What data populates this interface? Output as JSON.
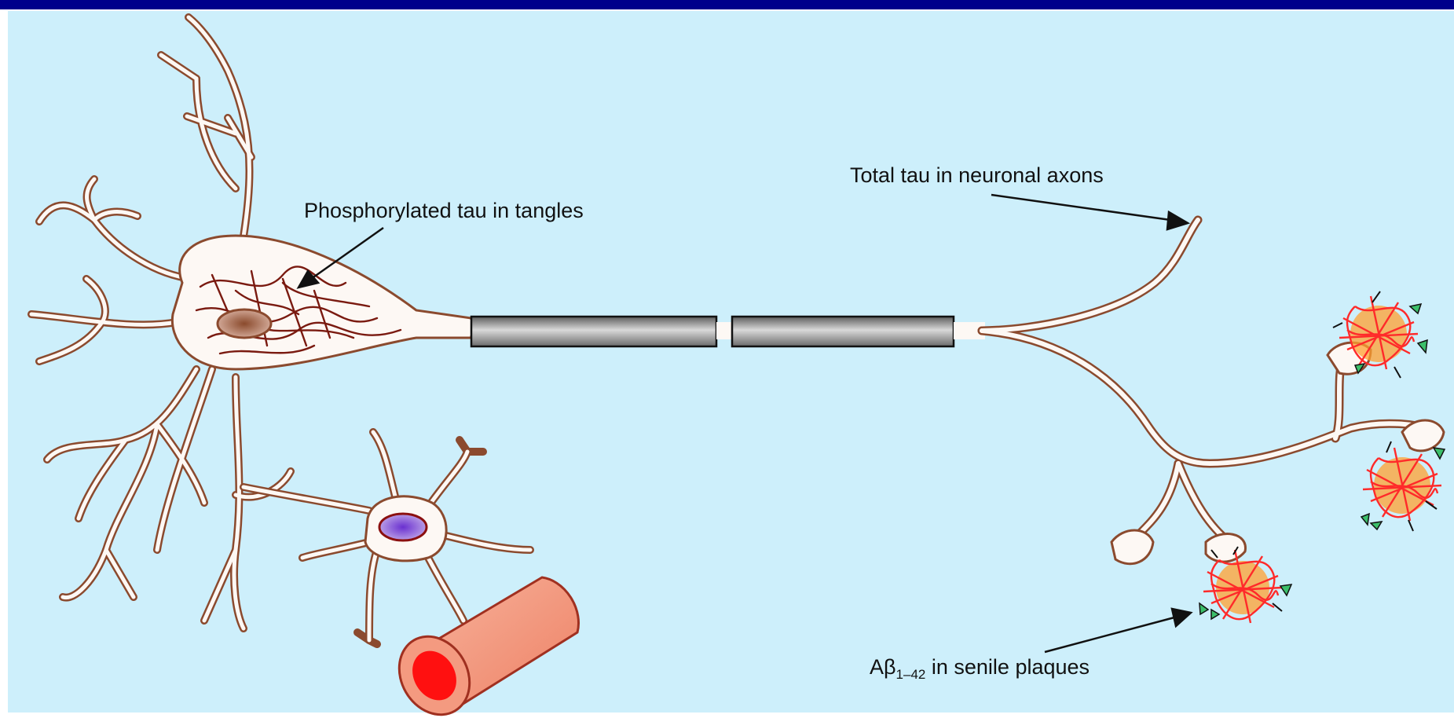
{
  "labels": {
    "tangles": "Phosphorylated tau in tangles",
    "axons": "Total tau in neuronal axons",
    "plaques_main": "Aβ",
    "plaques_sub": "1–42",
    "plaques_rest": " in senile plaques"
  },
  "colors": {
    "frame_border": "#00008b",
    "background": "#cdeffb",
    "cell_fill": "#fdf8f4",
    "cell_outline": "#8b4a2e",
    "tangle": "#7a1a10",
    "neuron_nucleus": "#a0664a",
    "glia_nucleus": "#7a4cc0",
    "myelin": "#8c8c8c",
    "vessel": "#f49a80",
    "vessel_lumen": "#ff1010",
    "plaque_red": "#ff2a2a",
    "plaque_orange": "#ff9a30",
    "plaque_green": "#3cbf6a"
  }
}
